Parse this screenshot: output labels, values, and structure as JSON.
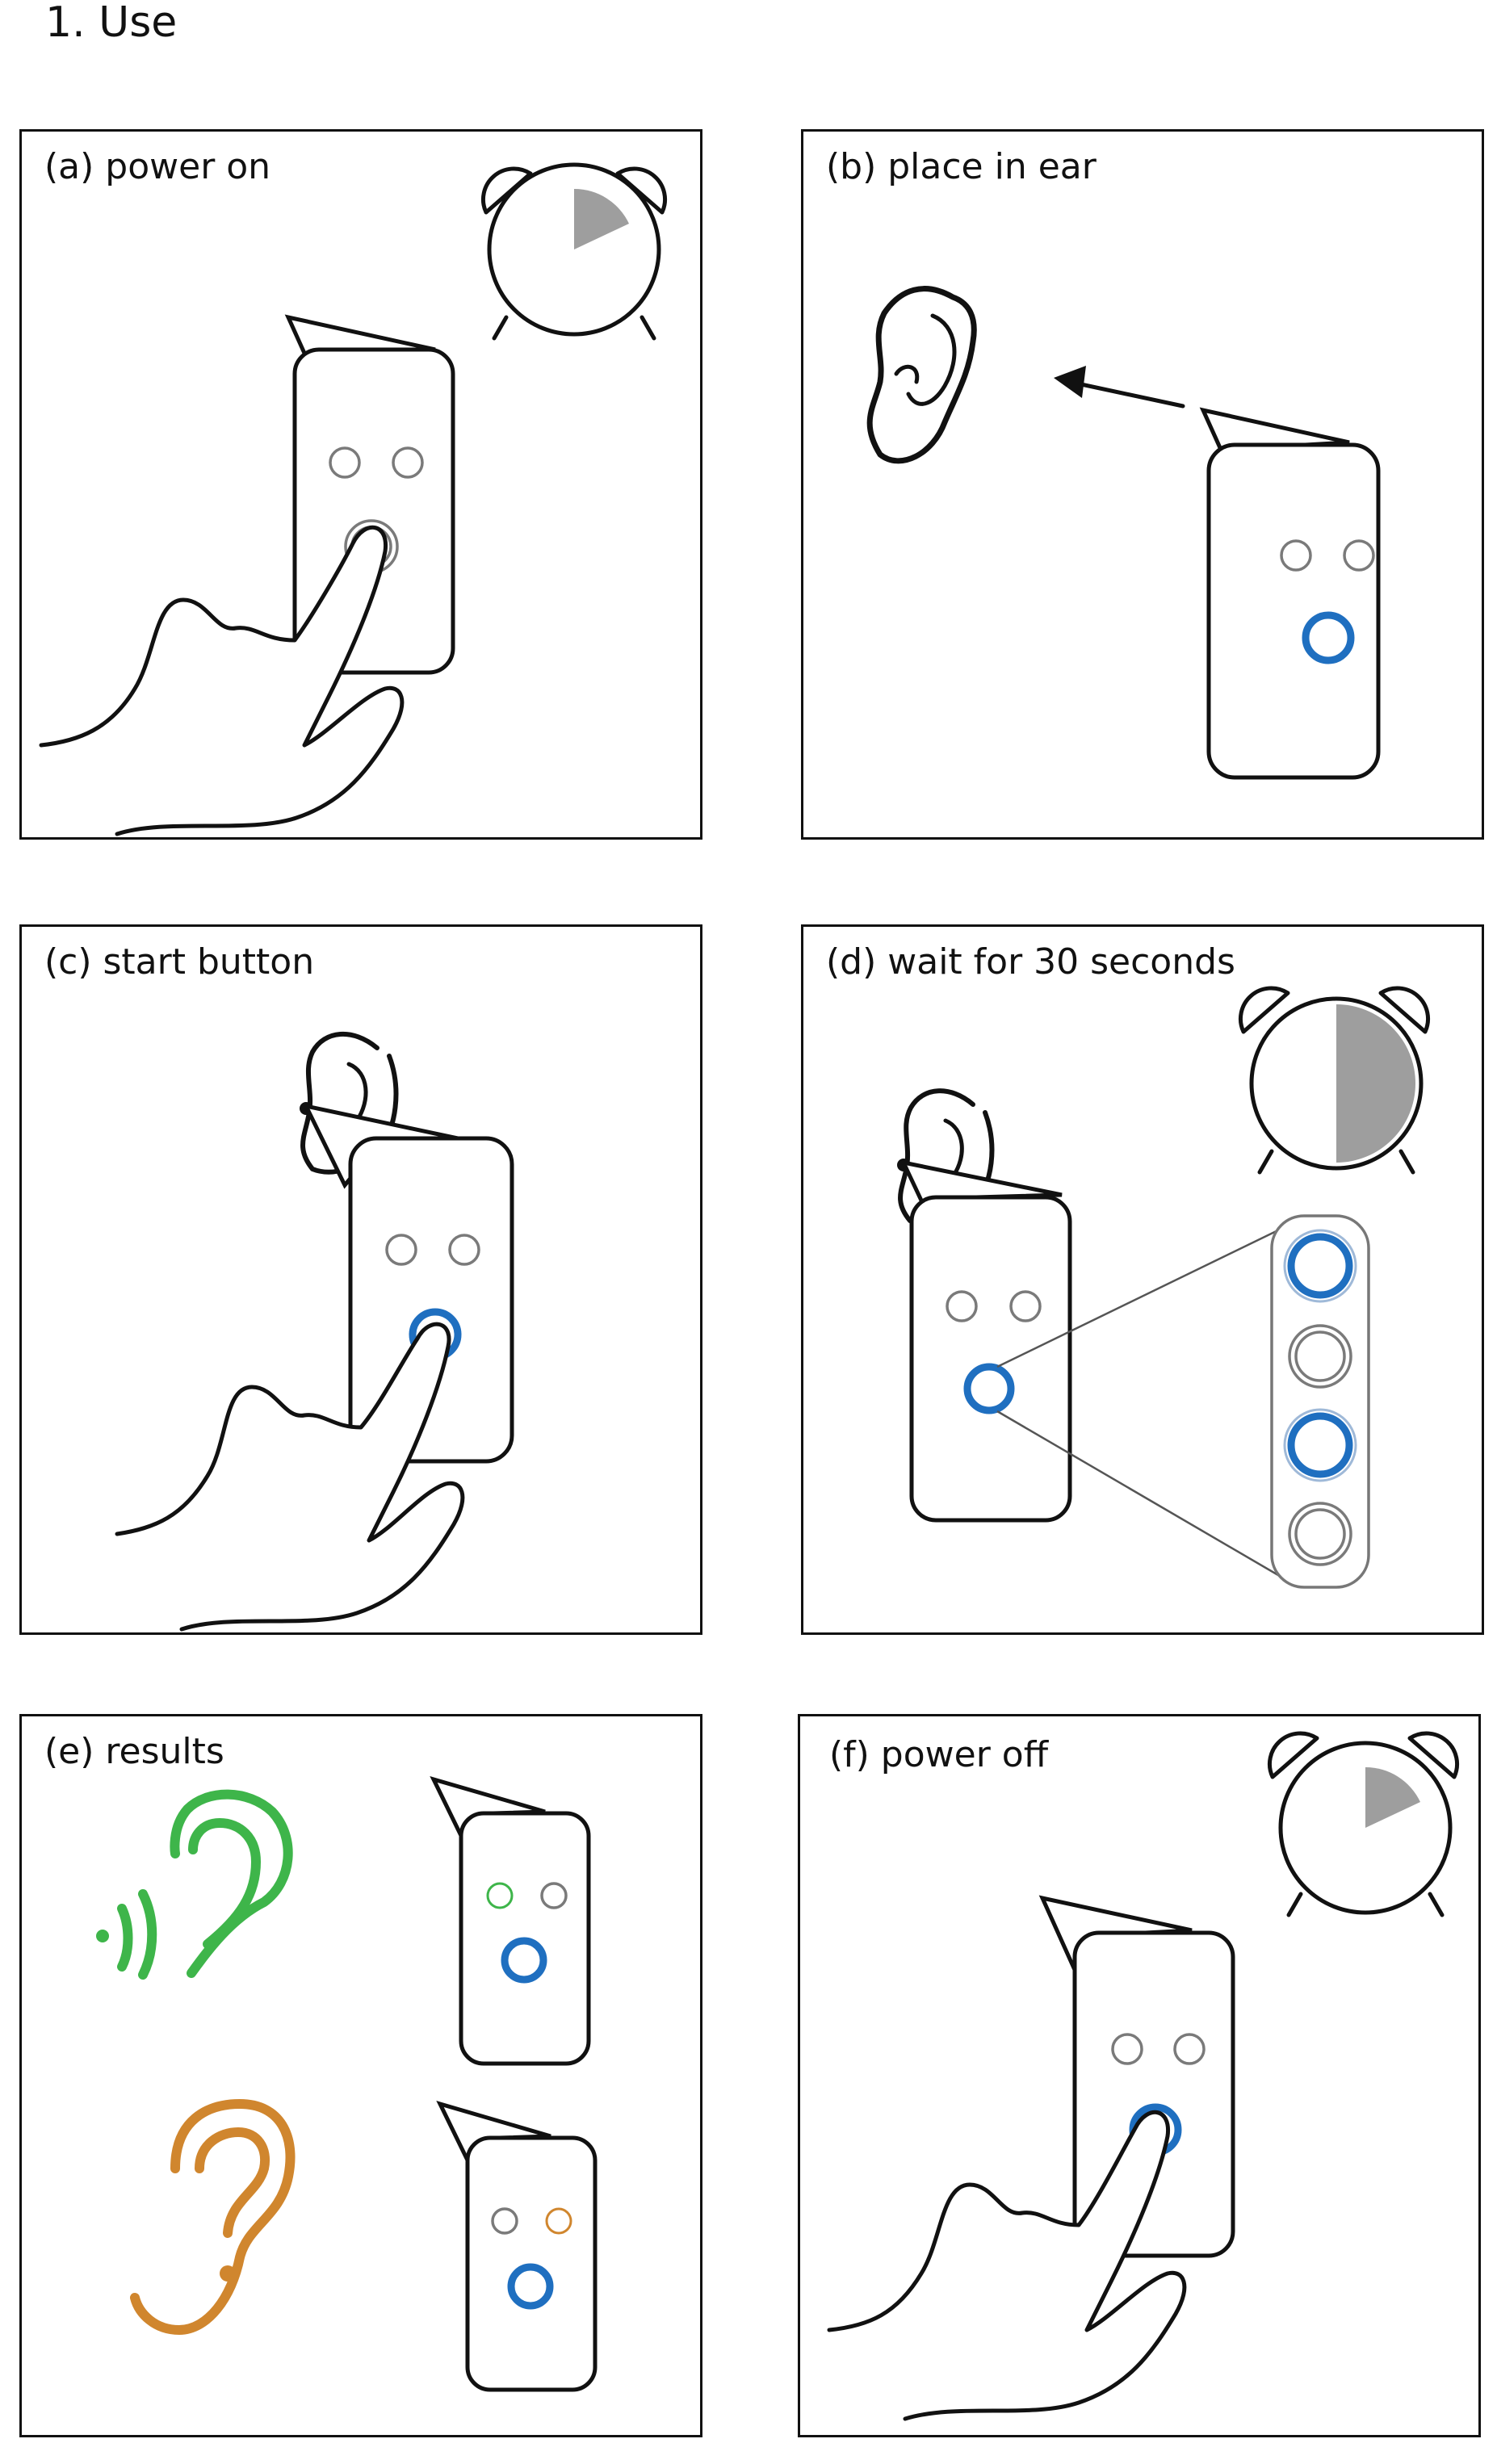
{
  "title": "1. Use",
  "panels": [
    {
      "id": "a",
      "label": "(a) power on"
    },
    {
      "id": "b",
      "label": "(b) place in ear"
    },
    {
      "id": "c",
      "label": "(c) start button"
    },
    {
      "id": "d",
      "label": "(d) wait for 30 seconds"
    },
    {
      "id": "e",
      "label": "(e) results"
    },
    {
      "id": "f",
      "label": "(f) power off"
    }
  ],
  "colors": {
    "button_blue": "#1f6fc0",
    "result_green": "#3eb54a",
    "result_orange": "#d0862e",
    "timer_fill": "#9e9e9e"
  },
  "icons": [
    "alarm-clock-icon",
    "ear-icon",
    "hand-icon",
    "hearing-ear-icon",
    "ear-question-icon",
    "arrow-icon"
  ]
}
